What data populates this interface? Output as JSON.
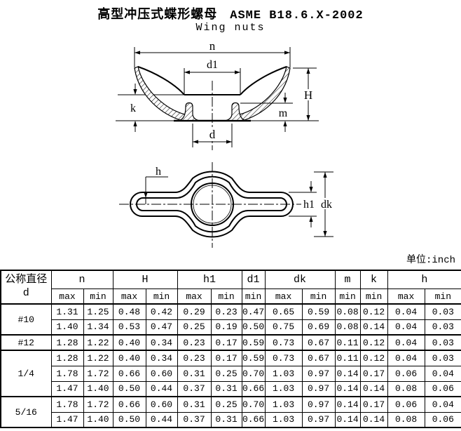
{
  "title": {
    "chinese": "高型冲压式蝶形螺母",
    "standard": "ASME B18.6.X-2002",
    "subtitle": "Wing nuts"
  },
  "unit_label": "单位:inch",
  "drawing_labels": {
    "n": "n",
    "d1": "d1",
    "H": "H",
    "k": "k",
    "m": "m",
    "d": "d",
    "h": "h",
    "h1": "h1",
    "dk": "dk"
  },
  "table": {
    "header": {
      "col1_line1": "公称直径",
      "col1_line2": "d",
      "groups": [
        {
          "label": "n",
          "subs": [
            "max",
            "min"
          ]
        },
        {
          "label": "H",
          "subs": [
            "max",
            "min"
          ]
        },
        {
          "label": "h1",
          "subs": [
            "max",
            "min"
          ]
        },
        {
          "label": "d1",
          "subs": [
            "min"
          ]
        },
        {
          "label": "dk",
          "subs": [
            "max",
            "min"
          ]
        },
        {
          "label": "m",
          "subs": [
            "min"
          ]
        },
        {
          "label": "k",
          "subs": [
            "min"
          ]
        },
        {
          "label": "h",
          "subs": [
            "max",
            "min"
          ]
        }
      ]
    },
    "rows": [
      {
        "size": "#10",
        "values": [
          "1.31",
          "1.25",
          "0.48",
          "0.42",
          "0.29",
          "0.23",
          "0.47",
          "0.65",
          "0.59",
          "0.08",
          "0.12",
          "0.04",
          "0.03"
        ]
      },
      {
        "size": "",
        "values": [
          "1.40",
          "1.34",
          "0.53",
          "0.47",
          "0.25",
          "0.19",
          "0.50",
          "0.75",
          "0.69",
          "0.08",
          "0.14",
          "0.04",
          "0.03"
        ]
      },
      {
        "size": "#12",
        "values": [
          "1.28",
          "1.22",
          "0.40",
          "0.34",
          "0.23",
          "0.17",
          "0.59",
          "0.73",
          "0.67",
          "0.11",
          "0.12",
          "0.04",
          "0.03"
        ]
      },
      {
        "size": "1/4",
        "values": [
          "1.28",
          "1.22",
          "0.40",
          "0.34",
          "0.23",
          "0.17",
          "0.59",
          "0.73",
          "0.67",
          "0.11",
          "0.12",
          "0.04",
          "0.03"
        ]
      },
      {
        "size": "",
        "values": [
          "1.78",
          "1.72",
          "0.66",
          "0.60",
          "0.31",
          "0.25",
          "0.70",
          "1.03",
          "0.97",
          "0.14",
          "0.17",
          "0.06",
          "0.04"
        ]
      },
      {
        "size": "",
        "values": [
          "1.47",
          "1.40",
          "0.50",
          "0.44",
          "0.37",
          "0.31",
          "0.66",
          "1.03",
          "0.97",
          "0.14",
          "0.14",
          "0.08",
          "0.06"
        ]
      },
      {
        "size": "5/16",
        "values": [
          "1.78",
          "1.72",
          "0.66",
          "0.60",
          "0.31",
          "0.25",
          "0.70",
          "1.03",
          "0.97",
          "0.14",
          "0.17",
          "0.06",
          "0.04"
        ]
      },
      {
        "size": "",
        "values": [
          "1.47",
          "1.40",
          "0.50",
          "0.44",
          "0.37",
          "0.31",
          "0.66",
          "1.03",
          "0.97",
          "0.14",
          "0.14",
          "0.08",
          "0.06"
        ]
      }
    ]
  }
}
